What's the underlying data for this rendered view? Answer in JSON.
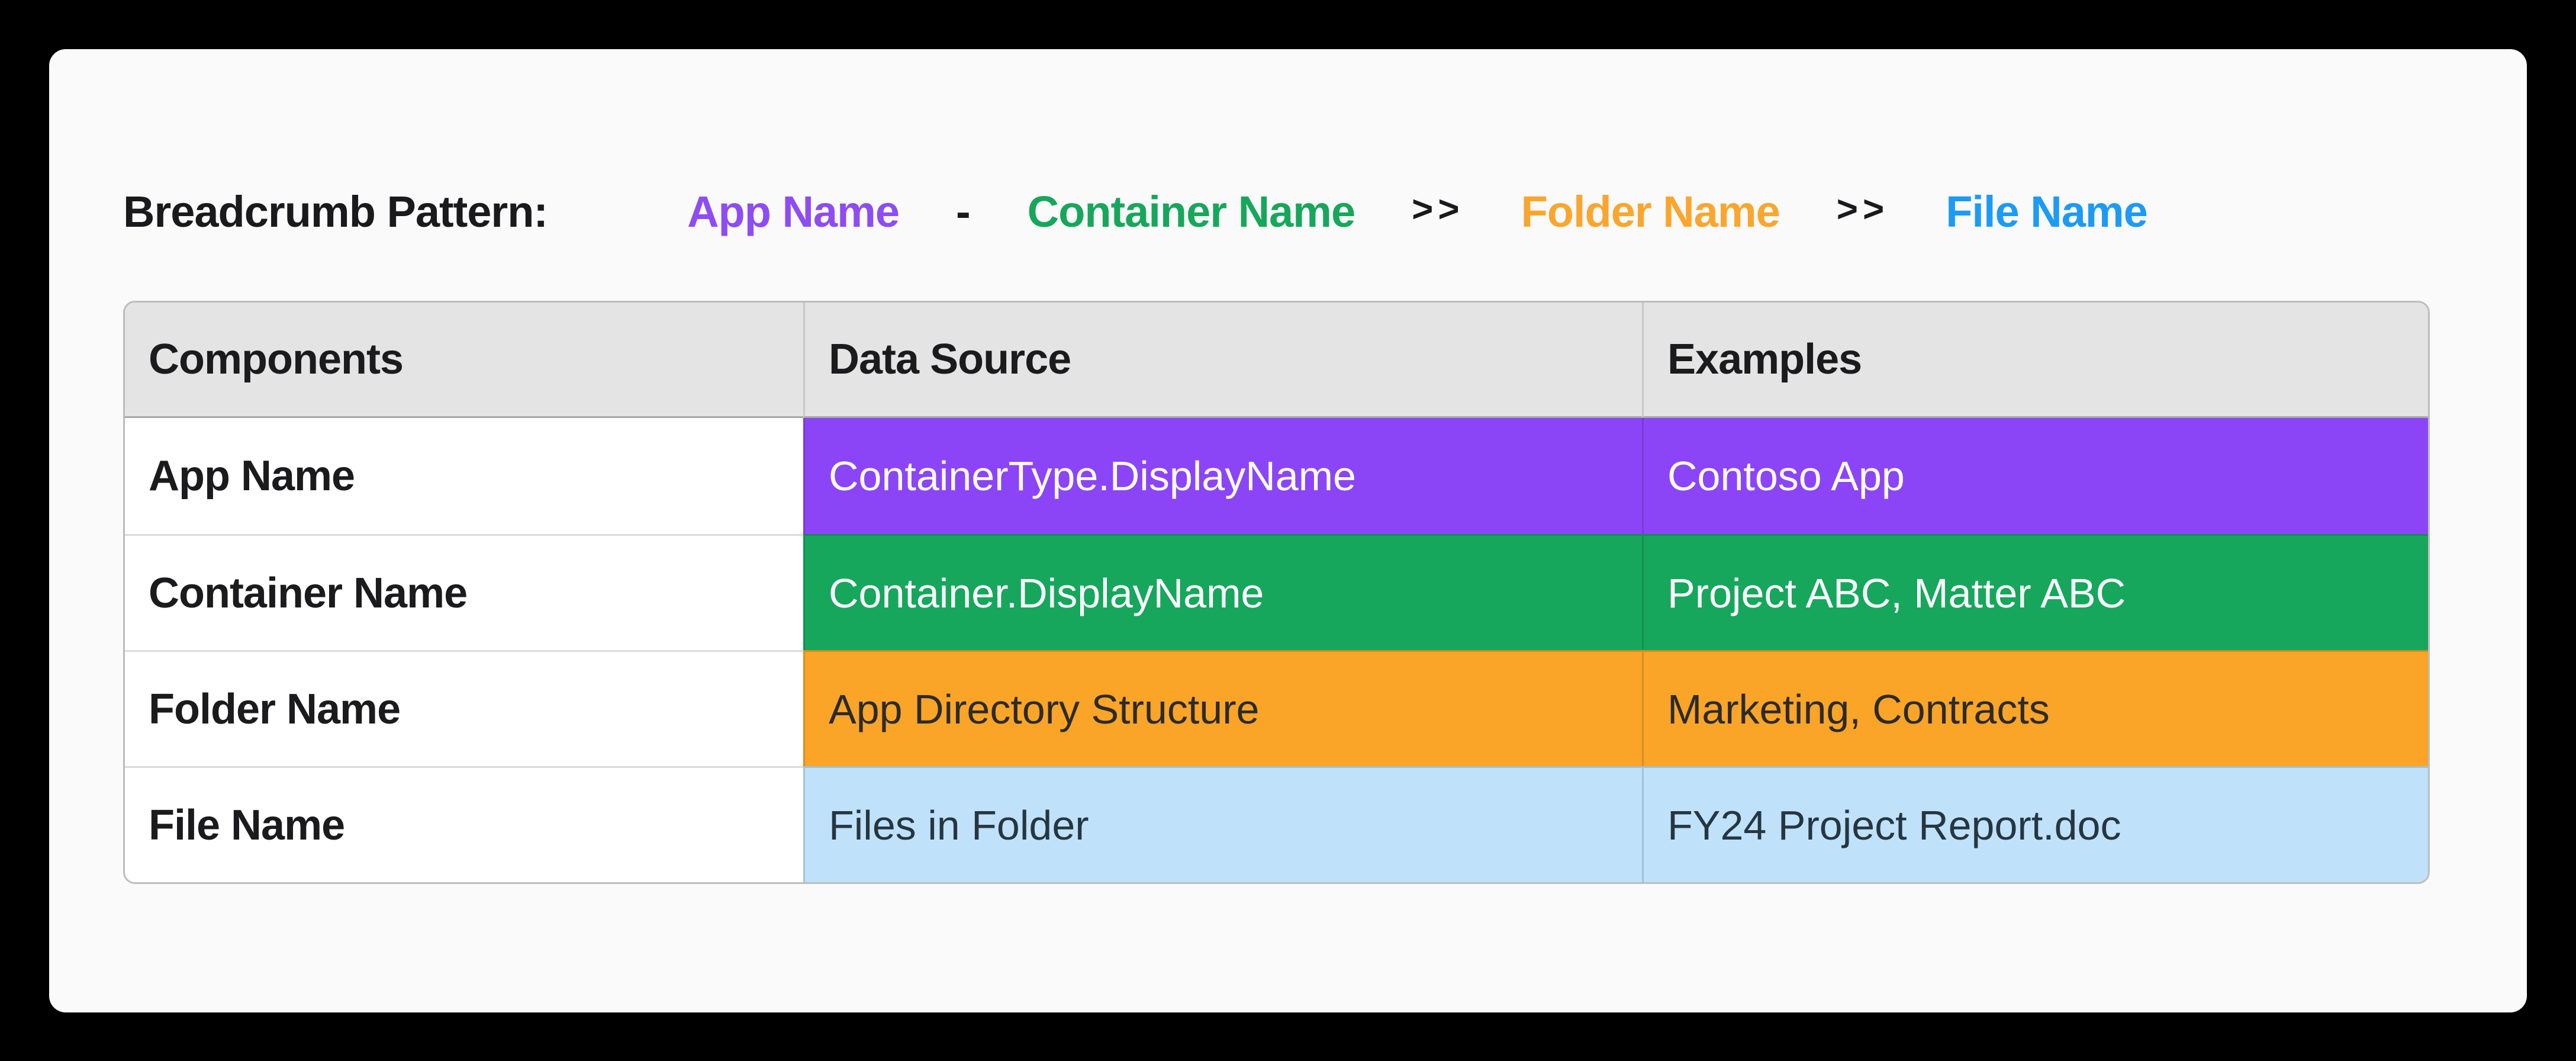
{
  "page": {
    "background": "#000000",
    "card_background": "#FAFAFA"
  },
  "breadcrumb": {
    "label": "Breadcrumb Pattern:",
    "items": [
      {
        "text": "App Name",
        "color": "#8E4CF3"
      },
      {
        "text": "Container Name",
        "color": "#17A75C"
      },
      {
        "text": "Folder Name",
        "color": "#FAA62E"
      },
      {
        "text": "File Name",
        "color": "#1D9BF4"
      }
    ],
    "separators": [
      "-",
      ">>",
      ">>"
    ]
  },
  "table": {
    "header_background": "#E4E4E4",
    "headers": [
      "Components",
      "Data Source",
      "Examples"
    ],
    "rows": [
      {
        "component": "App Name",
        "data_source": "ContainerType.DisplayName",
        "example": "Contoso App",
        "background": "#8B45F7",
        "text_color": "#FFFFFF"
      },
      {
        "component": "Container Name",
        "data_source": "Container.DisplayName",
        "example": "Project ABC, Matter ABC",
        "background": "#16A75C",
        "text_color": "#FFFFFF"
      },
      {
        "component": "Folder Name",
        "data_source": "App Directory Structure",
        "example": "Marketing, Contracts",
        "background": "#FAA428",
        "text_color": "#2B2B2B"
      },
      {
        "component": "File Name",
        "data_source": "Files in Folder",
        "example": "FY24 Project Report.doc",
        "background": "#BFE1FA",
        "text_color": "#263640"
      }
    ]
  }
}
